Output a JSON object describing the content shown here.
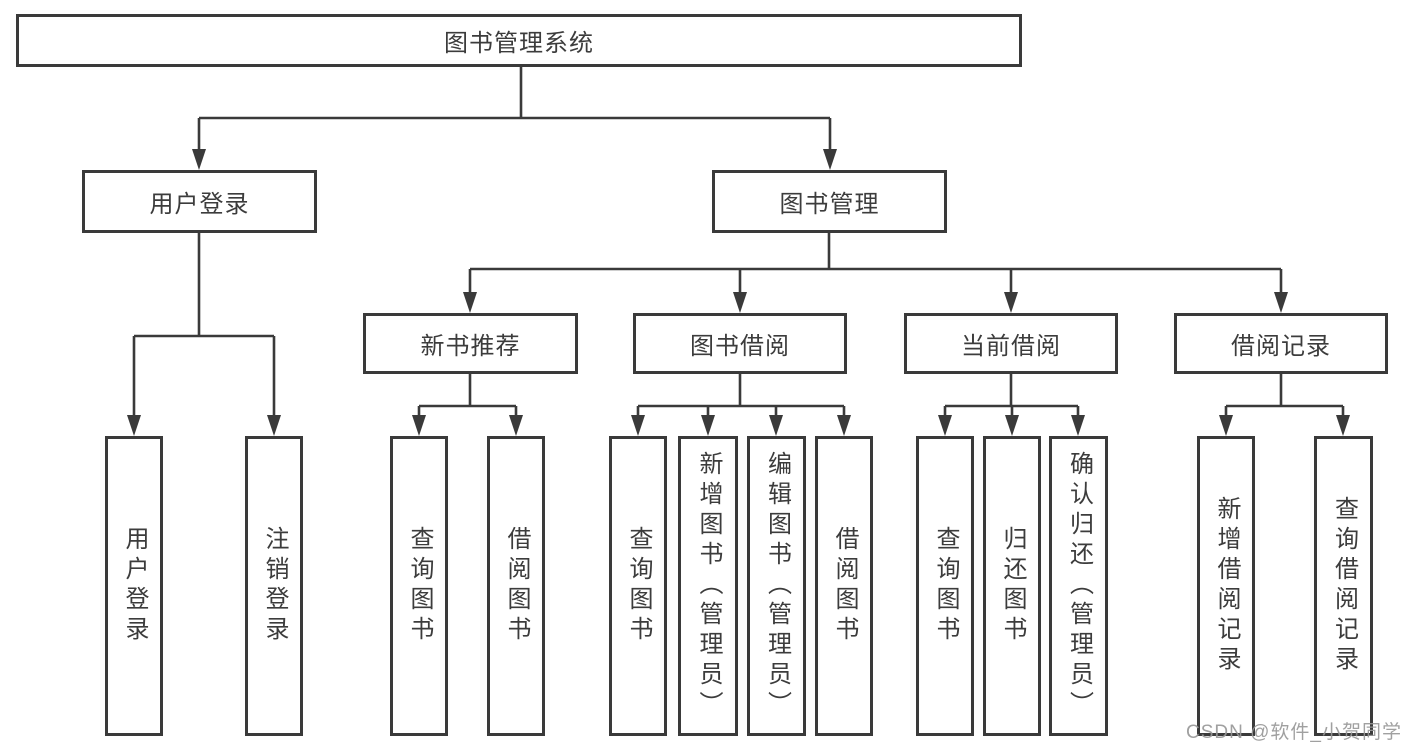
{
  "diagram": {
    "title": "图书管理系统",
    "branches": [
      {
        "label": "用户登录",
        "children": [
          {
            "label": "用户登录"
          },
          {
            "label": "注销登录"
          }
        ]
      },
      {
        "label": "图书管理",
        "children": [
          {
            "label": "新书推荐",
            "children": [
              {
                "label": "查询图书"
              },
              {
                "label": "借阅图书"
              }
            ]
          },
          {
            "label": "图书借阅",
            "children": [
              {
                "label": "查询图书"
              },
              {
                "label": "新增图书（管理员）"
              },
              {
                "label": "编辑图书（管理员）"
              },
              {
                "label": "借阅图书"
              }
            ]
          },
          {
            "label": "当前借阅",
            "children": [
              {
                "label": "查询图书"
              },
              {
                "label": "归还图书"
              },
              {
                "label": "确认归还（管理员）"
              }
            ]
          },
          {
            "label": "借阅记录",
            "children": [
              {
                "label": "新增借阅记录"
              },
              {
                "label": "查询借阅记录"
              }
            ]
          }
        ]
      }
    ]
  },
  "watermark": {
    "text": "CSDN @软件_小贺同学"
  },
  "colors": {
    "line": "#3a3a3a",
    "box_border": "#3a3a3a",
    "text": "#3c3c3c",
    "watermark": "#989898",
    "background": "#ffffff"
  }
}
